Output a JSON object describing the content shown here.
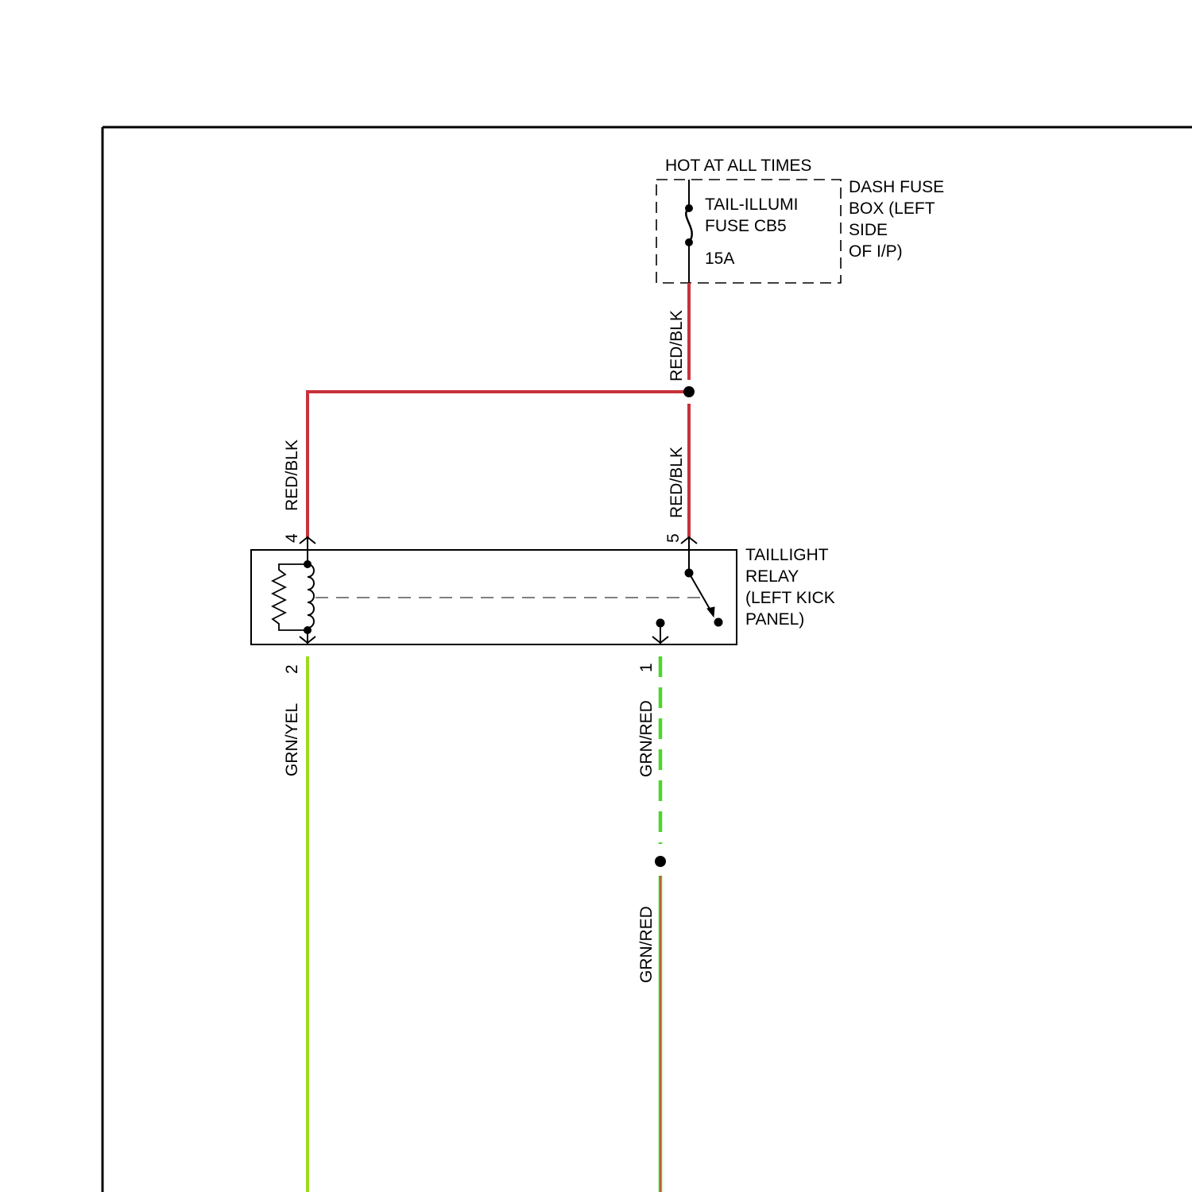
{
  "fuse_box": {
    "supply_label": "HOT AT ALL TIMES",
    "fuse_name_line1": "TAIL-ILLUMI",
    "fuse_name_line2": "FUSE CB5",
    "fuse_rating": "15A",
    "location_lines": [
      "DASH FUSE",
      "BOX (LEFT",
      "SIDE",
      "OF I/P)"
    ]
  },
  "relay": {
    "name_lines": [
      "TAILLIGHT",
      "RELAY",
      "(LEFT KICK",
      "PANEL)"
    ],
    "pins": {
      "coil_in": "4",
      "switch_in": "5",
      "coil_out": "2",
      "switch_out": "1"
    }
  },
  "wires": {
    "fuse_feed": "RED/BLK",
    "coil_feed": "RED/BLK",
    "switch_feed": "RED/BLK",
    "coil_ground": "GRN/YEL",
    "switch_output_upper": "GRN/RED",
    "switch_output_lower": "GRN/RED"
  },
  "colors": {
    "red_blk_wire": "#c8323c",
    "grn_yel_wire": "#9adc1e",
    "grn_red_wire": "#4cd62a",
    "grn_red_wire_tracer": "#d2463c",
    "outline": "#000000"
  }
}
